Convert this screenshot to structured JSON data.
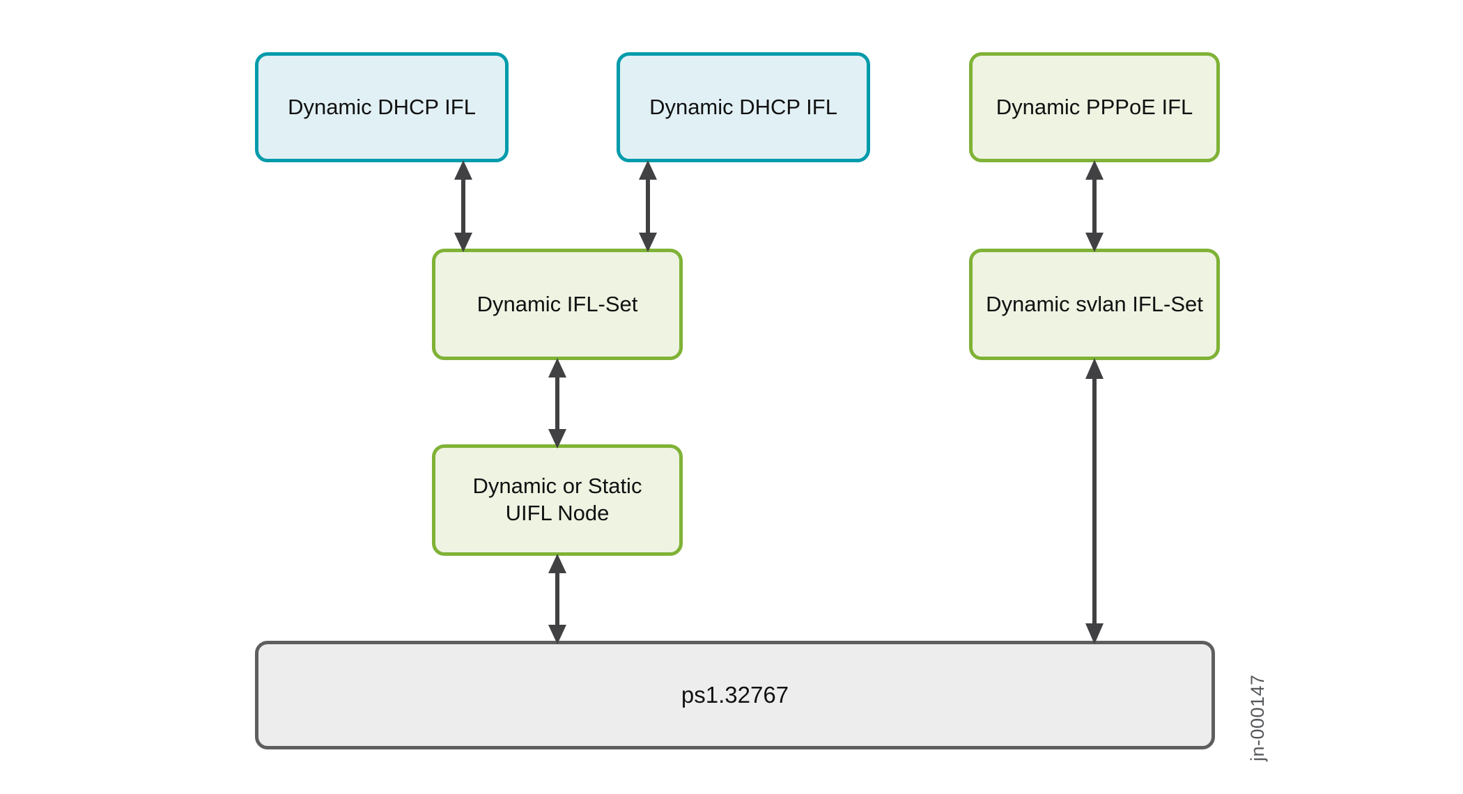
{
  "diagram": {
    "title_watermark": "jn-000147",
    "colors": {
      "blue_border": "#039bab",
      "blue_fill": "#e1f0f5",
      "green_border": "#7fb236",
      "green_fill": "#eef3e2",
      "gray_border": "#5e5e5e",
      "gray_fill": "#ededed",
      "arrow": "#414042",
      "text": "#111111",
      "background": "#ffffff"
    },
    "nodes": [
      {
        "id": "dhcp-ifl-1",
        "label": "Dynamic DHCP IFL",
        "style": "blue"
      },
      {
        "id": "dhcp-ifl-2",
        "label": "Dynamic DHCP IFL",
        "style": "blue"
      },
      {
        "id": "pppoe-ifl",
        "label": "Dynamic PPPoE IFL",
        "style": "green"
      },
      {
        "id": "ifl-set",
        "label": "Dynamic IFL-Set",
        "style": "green"
      },
      {
        "id": "svlan-ifl-set",
        "label": "Dynamic svlan IFL-Set",
        "style": "green"
      },
      {
        "id": "uifl-node",
        "label": "Dynamic or Static\nUIFL Node",
        "style": "green"
      },
      {
        "id": "ps-interface",
        "label": "ps1.32767",
        "style": "gray"
      }
    ],
    "connections": [
      {
        "id": "dhcp-ifl-1--ifl-set",
        "from": "dhcp-ifl-1",
        "to": "ifl-set",
        "type": "bidirectional"
      },
      {
        "id": "dhcp-ifl-2--ifl-set",
        "from": "dhcp-ifl-2",
        "to": "ifl-set",
        "type": "bidirectional"
      },
      {
        "id": "ifl-set--uifl-node",
        "from": "ifl-set",
        "to": "uifl-node",
        "type": "bidirectional"
      },
      {
        "id": "uifl-node--ps-interface",
        "from": "uifl-node",
        "to": "ps-interface",
        "type": "bidirectional"
      },
      {
        "id": "pppoe-ifl--svlan-ifl-set",
        "from": "pppoe-ifl",
        "to": "svlan-ifl-set",
        "type": "bidirectional"
      },
      {
        "id": "svlan-ifl-set--ps-interface",
        "from": "svlan-ifl-set",
        "to": "ps-interface",
        "type": "bidirectional"
      }
    ]
  }
}
